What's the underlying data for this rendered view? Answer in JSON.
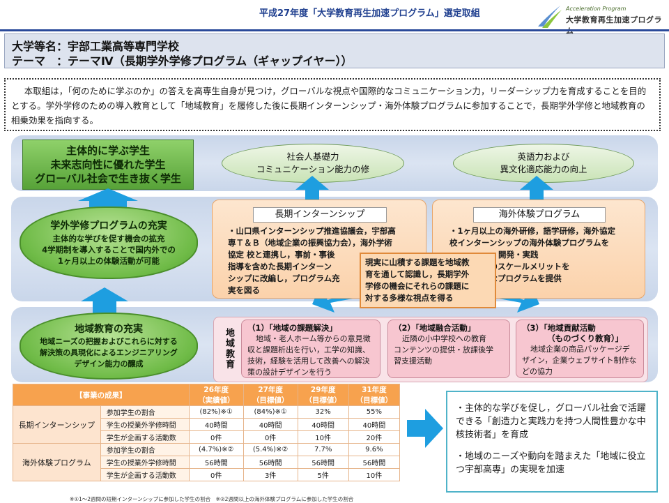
{
  "header": {
    "title": "平成27年度「大学教育再生加速プログラム」選定取組",
    "logo_small": "Acceleration Program",
    "logo_main": "大学教育再生加速プログラム"
  },
  "university": {
    "name_line": "大学等名：宇部工業高等専門学校",
    "theme_line": "テーマ　：テーマⅣ（長期学外学修プログラム（ギャップイヤー））"
  },
  "abstract": "本取組は，「何のために学ぶのか」の答えを高専生自身が見つけ，グローバルな視点や国際的なコミュニケーション力，リーダーシップ力を育成することを目的とする。学外学修のための導入教育として「地域教育」を履修した後に長期インターンシップ・海外体験プログラムに参加することで，長期学外学修と地域教育の相乗効果を指向する。",
  "goal_box": [
    "主体的に学ぶ学生",
    "未来志向性に優れた学生",
    "グローバル社会で生き抜く学生"
  ],
  "ellipses": [
    [
      "社会人基礎力",
      "コミュニケーション能力の修"
    ],
    [
      "英語力および",
      "異文化適応能力の向上"
    ]
  ],
  "cloud_mid": {
    "title": "学外学修プログラムの充実",
    "lines": [
      "主体的な学びを促す機会の拡充",
      "4学期制を導入することで国内外での",
      "1ヶ月以上の体験活動が可能"
    ]
  },
  "cloud_low": {
    "title": "地域教育の充実",
    "lines": [
      "地域ニーズの把握およびこれらに対する",
      "解決策の具現化によるエンジニアリング",
      "デザイン能力の醸成"
    ]
  },
  "internship": {
    "title": "長期インターンシップ",
    "lines": [
      "・山口県インターンシップ推進協議会，宇部高",
      "専Ｔ＆Ｂ（地域企業の振興協力会），海外学術",
      "協定 校と連携し，事前・事後",
      "指導を含めた長期インターン",
      "シップに改編し，プログラム充",
      "実を図る"
    ]
  },
  "overseas": {
    "title": "海外体験プログラム",
    "lines": [
      "・1ヶ月以上の海外研修，語学研修，海外協定",
      "校インターンシップの海外体験プログラムを",
      "開発・実践",
      "・高専機構のスケールメリットを",
      "活かし多彩なプログラムを提供"
    ]
  },
  "center_box": [
    "現実に山積する課題を地域教",
    "育を通して認識し，長期学外",
    "学修の機会にそれらの課題に",
    "対する多様な視点を得る"
  ],
  "regional": {
    "label": "地域教育",
    "cards": [
      {
        "title": "（1）「地域の課題解決」",
        "lines": [
          "地域・老人ホーム等からの意見徴",
          "収と課題析出を行い，工学の知識、",
          "技術，経験を活用して改善への解決",
          "策の設計デザインを行う"
        ]
      },
      {
        "title": "（2）「地域融合活動」",
        "lines": [
          "近隣の小中学校への教育",
          "コンテンツの提供・放課後学",
          "習支援活動"
        ]
      },
      {
        "title": "（3）「地域貢献活動",
        "title2": "（ものづくり教育）」",
        "lines": [
          "地域企業の商品パッケージデ",
          "ザイン，企業ウェブサイト制作な",
          "どの協力"
        ]
      }
    ]
  },
  "outcomes": {
    "header": "【事業の成果】",
    "years": [
      {
        "year": "26年度",
        "sub": "（実績値）"
      },
      {
        "year": "27年度",
        "sub": "（目標値）"
      },
      {
        "year": "29年度",
        "sub": "（目標値）"
      },
      {
        "year": "31年度",
        "sub": "（目標値）"
      }
    ],
    "groups": [
      {
        "category": "長期インターンシップ",
        "rows": [
          {
            "metric": "参加学生の割合",
            "values": [
              "(82%)※①",
              "(84%)※①",
              "32%",
              "55%"
            ]
          },
          {
            "metric": "学生の授業外学修時間",
            "values": [
              "40時間",
              "40時間",
              "40時間",
              "40時間"
            ]
          },
          {
            "metric": "学生が企画する活動数",
            "values": [
              "0件",
              "0件",
              "10件",
              "20件"
            ]
          }
        ]
      },
      {
        "category": "海外体験プログラム",
        "rows": [
          {
            "metric": "参加学生の割合",
            "values": [
              "(4.7%)※②",
              "(5.4%)※②",
              "7.7%",
              "9.6%"
            ]
          },
          {
            "metric": "学生の授業外学修時間",
            "values": [
              "56時間",
              "56時間",
              "56時間",
              "56時間"
            ]
          },
          {
            "metric": "学生が企画する活動数",
            "values": [
              "0件",
              "3件",
              "5件",
              "10件"
            ]
          }
        ]
      }
    ],
    "footnote": "※①1〜2週間の短期インターンシップに参加した学生の割合　※②2週間以上の海外体験プログラムに参加した学生の割合"
  },
  "results": [
    "・主体的な学びを促し，グローバル社会で活躍できる「創造力と実践力を持つ人間性豊かな中核技術者」を育成",
    "・地域のニーズや動向を踏まえた「地域に役立つ宇部高専」の実現を加速"
  ],
  "colors": {
    "arrow": "#1e9ee0",
    "title_blue": "#1f3f8f",
    "accent_orange": "#f7a24e"
  }
}
